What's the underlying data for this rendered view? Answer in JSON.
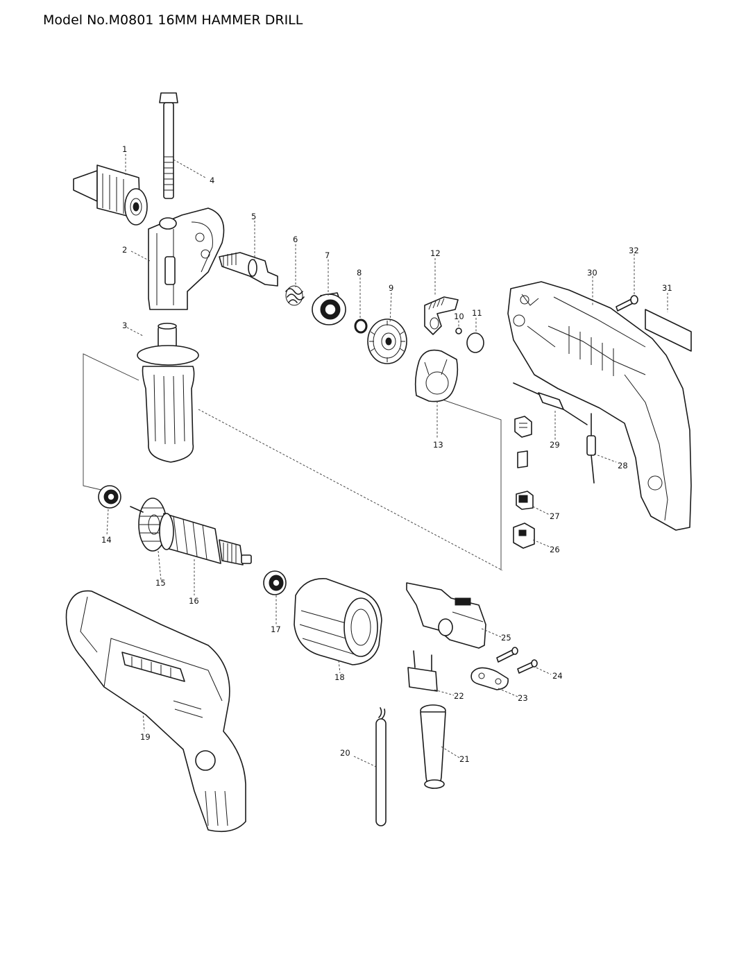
{
  "title": "Model No.M0801 16MM HAMMER DRILL",
  "callouts": [
    "1",
    "2",
    "3",
    "4",
    "5",
    "6",
    "7",
    "8",
    "9",
    "10",
    "11",
    "12",
    "13",
    "14",
    "15",
    "16",
    "17",
    "18",
    "19",
    "20",
    "21",
    "22",
    "23",
    "24",
    "25",
    "26",
    "27",
    "28",
    "29",
    "30",
    "31",
    "32"
  ],
  "parts": [
    {
      "callout": "1",
      "icon": "drill-chuck-icon"
    },
    {
      "callout": "2",
      "icon": "auxiliary-handle-clamp-icon"
    },
    {
      "callout": "3",
      "icon": "side-handle-grip-icon"
    },
    {
      "callout": "4",
      "icon": "depth-rod-icon"
    },
    {
      "callout": "5",
      "icon": "spindle-icon"
    },
    {
      "callout": "6",
      "icon": "spring-icon"
    },
    {
      "callout": "7",
      "icon": "ball-bearing-icon"
    },
    {
      "callout": "8",
      "icon": "retaining-ring-icon"
    },
    {
      "callout": "9",
      "icon": "gear-icon"
    },
    {
      "callout": "10",
      "icon": "steel-ball-icon"
    },
    {
      "callout": "11",
      "icon": "washer-icon"
    },
    {
      "callout": "12",
      "icon": "change-lever-icon"
    },
    {
      "callout": "13",
      "icon": "gear-housing-cover-icon"
    },
    {
      "callout": "14",
      "icon": "ball-bearing-icon"
    },
    {
      "callout": "15",
      "icon": "cooling-fan-icon"
    },
    {
      "callout": "16",
      "icon": "armature-icon"
    },
    {
      "callout": "17",
      "icon": "ball-bearing-icon"
    },
    {
      "callout": "18",
      "icon": "field-stator-icon"
    },
    {
      "callout": "19",
      "icon": "drill-housing-icon"
    },
    {
      "callout": "20",
      "icon": "power-cord-icon"
    },
    {
      "callout": "21",
      "icon": "cord-guard-icon"
    },
    {
      "callout": "22",
      "icon": "capacitor-icon"
    },
    {
      "callout": "23",
      "icon": "cord-clamp-icon"
    },
    {
      "callout": "24",
      "icon": "screw-icon"
    },
    {
      "callout": "25",
      "icon": "trigger-switch-icon"
    },
    {
      "callout": "26",
      "icon": "brush-holder-icon"
    },
    {
      "callout": "27",
      "icon": "carbon-brush-icon"
    },
    {
      "callout": "28",
      "icon": "inductor-icon"
    },
    {
      "callout": "29",
      "icon": "noise-suppressor-icon"
    },
    {
      "callout": "30",
      "icon": "housing-half-icon"
    },
    {
      "callout": "31",
      "icon": "name-plate-icon"
    },
    {
      "callout": "32",
      "icon": "screw-icon"
    }
  ]
}
